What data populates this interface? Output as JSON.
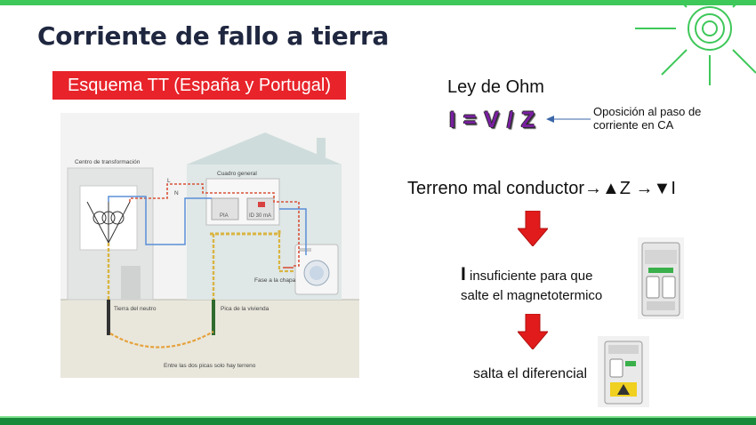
{
  "slide": {
    "title": "Corriente de fallo a tierra",
    "badge": "Esquema TT (España y Portugal)"
  },
  "diagram": {
    "centro_label": "Centro de transformación",
    "cuadro_label": "Cuadro general",
    "L_label": "L",
    "N_label": "N",
    "pia_label": "PIA",
    "id_label": "ID 30 mA",
    "fase_label": "Fase a la chapa",
    "tierra_neutro_label": "Tierra del neutro",
    "pica_vivienda_label": "Pica de la vivienda",
    "entre_label": "Entre las dos picas solo hay terreno"
  },
  "right": {
    "ohm_title": "Ley de Ohm",
    "formula": "I = V / Z",
    "note": "Oposición al paso de corriente en CA",
    "terreno": "Terreno mal conductor→▲Z →▼I",
    "insuf_I": "I",
    "insuf_rest": " insuficiente para que",
    "insuf_line2": "salte el magnetotermico",
    "diferencial": "salta el diferencial"
  },
  "colors": {
    "accent_green": "#3ec85a",
    "badge_red": "#e8232a",
    "formula_purple": "#7a1fa2",
    "arrow_red": "#e11b1b"
  }
}
